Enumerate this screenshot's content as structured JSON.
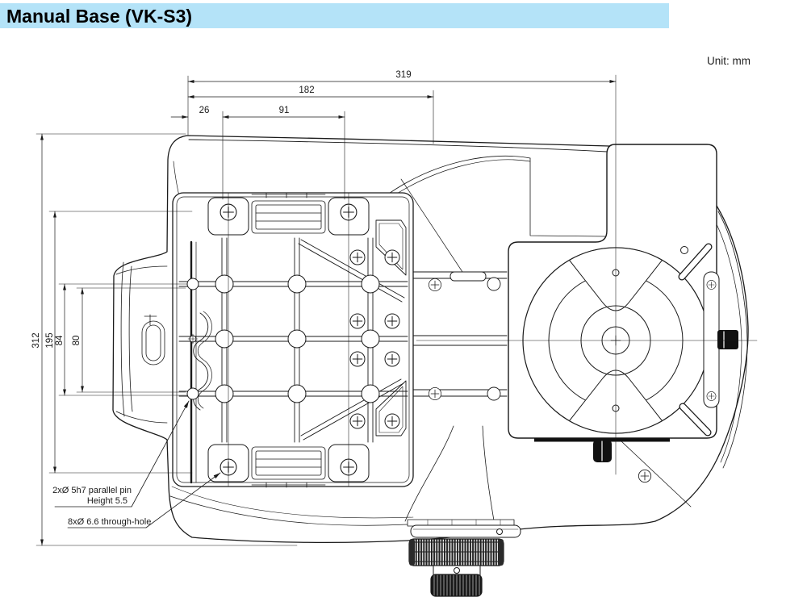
{
  "header": {
    "title": "Manual Base (VK-S3)"
  },
  "drawing": {
    "unit": "Unit: mm",
    "dims": {
      "d319": "319",
      "d182": "182",
      "d91": "91",
      "d26": "26",
      "d312": "312",
      "d195": "195",
      "d84": "84",
      "d80": "80"
    },
    "labels": {
      "pin1": "2xØ 5h7 parallel pin",
      "pin2": "Height 5.5",
      "hole": "8xØ 6.6 through-hole"
    }
  },
  "colors": {
    "header_bg": "#b4e3f8",
    "line": "#1a1a1a"
  }
}
